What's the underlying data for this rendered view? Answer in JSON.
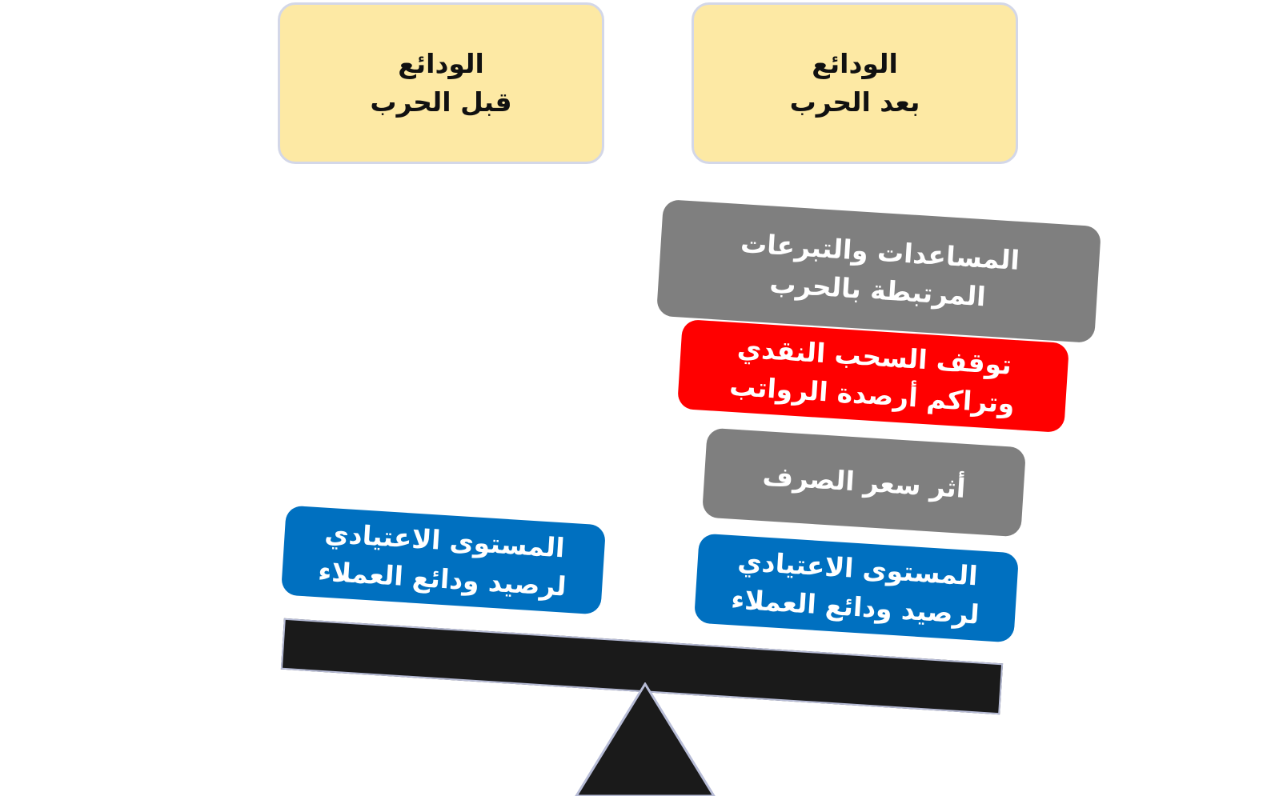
{
  "headers": {
    "after": {
      "line1": "الودائع",
      "line2": "بعد الحرب"
    },
    "before": {
      "line1": "الودائع",
      "line2": "قبل الحرب"
    }
  },
  "blocks": {
    "aid": {
      "line1": "المساعدات والتبرعات",
      "line2": "المرتبطة بالحرب",
      "color": "#7f7f7f"
    },
    "withdrawal": {
      "line1": "توقف السحب النقدي",
      "line2": "وتراكم أرصدة الرواتب",
      "color": "#ff0000"
    },
    "exchange": {
      "line1": "أثر سعر الصرف",
      "color": "#7f7f7f"
    },
    "normal_right": {
      "line1": "المستوى الاعتيادي",
      "line2": "لرصيد ودائع العملاء",
      "color": "#0070c0"
    },
    "normal_left": {
      "line1": "المستوى الاعتيادي",
      "line2": "لرصيد ودائع العملاء",
      "color": "#0070c0"
    }
  },
  "colors": {
    "header_fill": "#fde9a4",
    "header_border": "#d3d7e8",
    "beam": "#1a1a1a",
    "fulcrum": "#1a1a1a"
  }
}
